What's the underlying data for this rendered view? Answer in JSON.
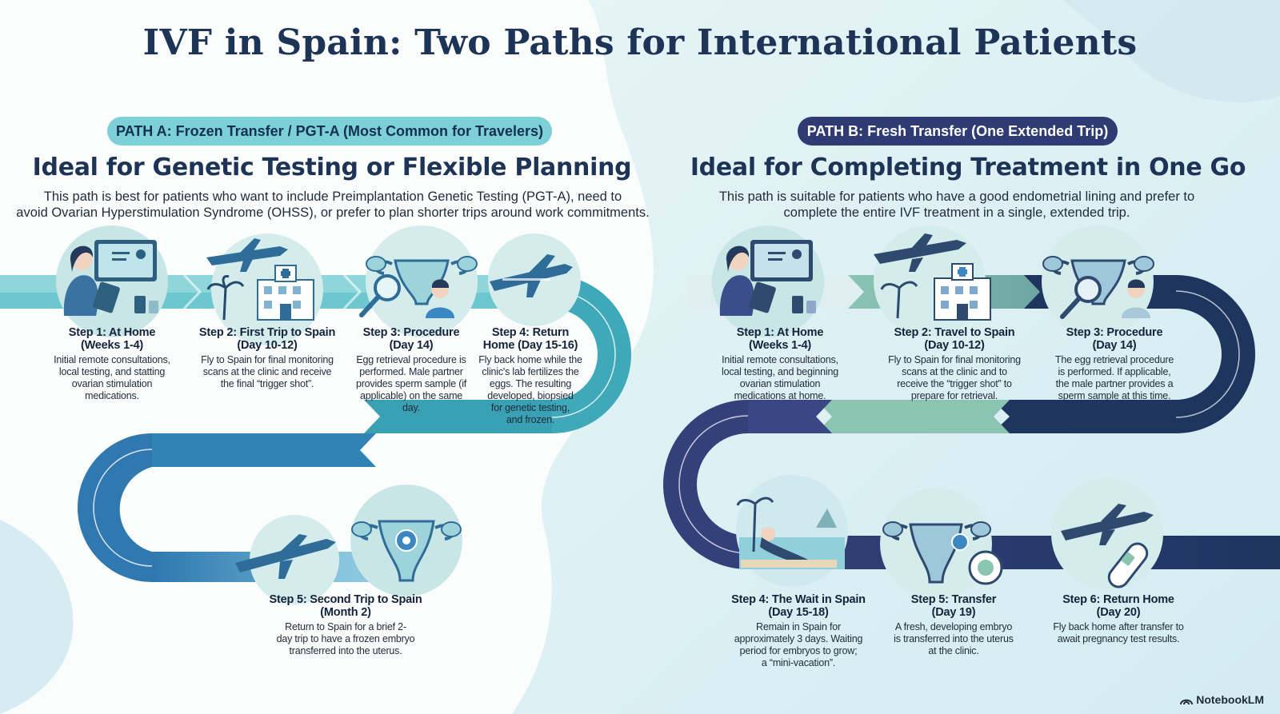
{
  "title": "IVF in Spain: Two Paths for International Patients",
  "path_a": {
    "badge": "PATH A: Frozen Transfer / PGT-A (Most Common for Travelers)",
    "heading": "Ideal for Genetic Testing or Flexible Planning",
    "description_line1": "This path is best for patients who want to include Preimplantation Genetic Testing (PGT-A), need to",
    "description_line2": "avoid Ovarian Hyperstimulation Syndrome (OHSS), or prefer to plan shorter trips around work commitments.",
    "steps": [
      {
        "title1": "Step 1: At Home",
        "title2": "(Weeks 1-4)",
        "lines": [
          "Initial remote consultations,",
          "local testing, and statting",
          "ovarian stimulation",
          "medications."
        ]
      },
      {
        "title1": "Step 2: First Trip to Spain",
        "title2": "(Day 10-12)",
        "lines": [
          "Fly to Spain for final monitoring",
          "scans at the clinic and receive",
          "the final “trigger shot”."
        ]
      },
      {
        "title1": "Step 3: Procedure",
        "title2": "(Day 14)",
        "lines": [
          "Egg retrieval procedure is",
          "performed. Male partner",
          "provides sperm sample (if",
          "applicable) on the same",
          "day."
        ]
      },
      {
        "title1": "Step 4: Return",
        "title2": "Home (Day 15-16)",
        "lines": [
          "Fly back home while the",
          "clinic's lab fertilizes the",
          "eggs. The resulting",
          "developed, biopsied",
          "for genetic testing,",
          "and frozen."
        ]
      },
      {
        "title1": "Step 5: Second Trip to Spain",
        "title2": "(Month 2)",
        "lines": [
          "Return to Spain for a brief 2-",
          "day trip to have a frozen embryo",
          "transferred into the uterus."
        ]
      }
    ]
  },
  "path_b": {
    "badge": "PATH B: Fresh Transfer (One Extended Trip)",
    "heading": "Ideal for Completing Treatment in One Go",
    "description_line1": "This path is suitable for patients who have a good endometrial lining and prefer to",
    "description_line2": "complete the entire IVF treatment in a single, extended trip.",
    "steps": [
      {
        "title1": "Step 1: At Home",
        "title2": "(Weeks 1-4)",
        "lines": [
          "Initial remote consultations,",
          "local testing, and beginning",
          "ovarian stimulation",
          "medications at home."
        ]
      },
      {
        "title1": "Step 2: Travel to Spain",
        "title2": "(Day 10-12)",
        "lines": [
          "Fly to Spain for final monitoring",
          "scans at the clinic and to",
          "receive the “trigger shot” to",
          "prepare for retrieval."
        ]
      },
      {
        "title1": "Step 3: Procedure",
        "title2": "(Day 14)",
        "lines": [
          "The egg retrieval procedure",
          "is performed. If applicable,",
          "the male partner provides a",
          "sperm sample at this time."
        ]
      },
      {
        "title1": "Step 4: The Wait in Spain",
        "title2": "(Day 15-18)",
        "lines": [
          "Remain in Spain for",
          "approximately 3 days. Waiting",
          "period for embryos to grow;",
          "a “mini-vacation”."
        ]
      },
      {
        "title1": "Step 5: Transfer",
        "title2": "(Day 19)",
        "lines": [
          "A fresh, developing embryo",
          "is transferred into the uterus",
          "at the clinic."
        ]
      },
      {
        "title1": "Step 6: Return Home",
        "title2": "(Day 20)",
        "lines": [
          "Fly back home after transfer to",
          "await pregnancy test results."
        ]
      }
    ]
  },
  "footer": "NotebookLM",
  "colors": {
    "navy_title": "#1d3457",
    "teal_light": "#7ed0d8",
    "teal": "#43b0bd",
    "blue": "#2f78b0",
    "navy": "#2f3b73",
    "dark_navy": "#1e3560",
    "sage": "#8cc4b2"
  }
}
